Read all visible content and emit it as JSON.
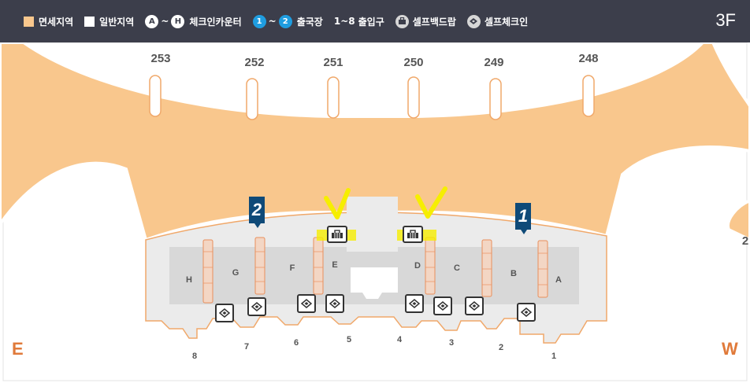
{
  "legend": {
    "duty_free": {
      "label": "면세지역",
      "color": "#f9c78d"
    },
    "general": {
      "label": "일반지역",
      "color": "#e8e8e8"
    },
    "checkin_counter": {
      "start": "A",
      "end": "H",
      "label": "체크인카운터"
    },
    "departures": {
      "start": "1",
      "end": "2",
      "label": "출국장"
    },
    "entrances": {
      "range": "1~8",
      "label": "출입구"
    },
    "self_bag_drop": {
      "label": "셀프백드랍",
      "icon": "luggage-icon"
    },
    "self_checkin": {
      "label": "셀프체크인",
      "icon": "ticket-icon"
    },
    "tilde": "~"
  },
  "floor": "3F",
  "gates": [
    "253",
    "252",
    "251",
    "250",
    "249",
    "248"
  ],
  "partial_gate": "2",
  "departure_badges": [
    "2",
    "1"
  ],
  "counters": [
    "H",
    "G",
    "F",
    "E",
    "D",
    "C",
    "B",
    "A"
  ],
  "entrances": [
    "8",
    "7",
    "6",
    "5",
    "4",
    "3",
    "2",
    "1"
  ],
  "directions": {
    "east": "E",
    "west": "W"
  },
  "colors": {
    "duty_free_fill": "#f9c78d",
    "general_fill": "#ebebeb",
    "hall_fill": "#d6d6d6",
    "badge": "#0f4a78",
    "highlight": "#f6ee00"
  }
}
